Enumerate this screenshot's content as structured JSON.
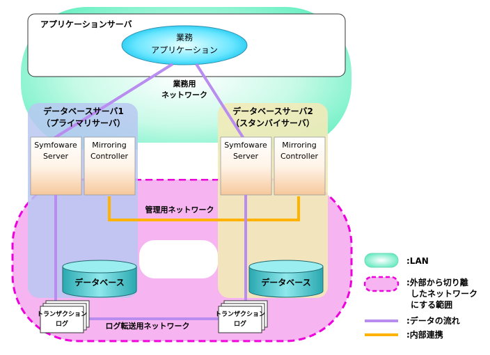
{
  "app_server": {
    "label": "アプリケーションサーバ"
  },
  "business_app": {
    "line1": "業務",
    "line2": "アプリケーション"
  },
  "business_network": {
    "line1": "業務用",
    "line2": "ネットワーク"
  },
  "db_server1": {
    "line1": "データベースサーバ1",
    "line2": "（プライマリサーバ）"
  },
  "db_server2": {
    "line1": "データベースサーバ2",
    "line2": "（スタンバイサーバ）"
  },
  "symfoware": {
    "line1": "Symfoware",
    "line2": "Server"
  },
  "mirroring": {
    "line1": "Mirroring",
    "line2": "Controller"
  },
  "mgmt_network": {
    "label": "管理用ネットワーク"
  },
  "database": {
    "label": "データベース"
  },
  "txlog": {
    "line1": "トランザクション",
    "line2": "ログ"
  },
  "log_network": {
    "label": "ログ転送用ネットワーク"
  },
  "legend": {
    "lan": ":LAN",
    "isolated": {
      "line1": ":外部から切り離",
      "line2": "したネットワーク",
      "line3": "にする範囲"
    },
    "data_flow": ":データの流れ",
    "internal": ":内部連携"
  },
  "colors": {
    "lan": "#7ff0c8",
    "isolated_border": "#ee00dd",
    "isolated_fill": "#f6b4f0",
    "data_flow": "#b98cf0",
    "internal": "#ffb300",
    "server1": "#b8c8f2",
    "server2": "#f2eab8",
    "app_ellipse": "#44e0ff",
    "database": "#40c8cc"
  }
}
